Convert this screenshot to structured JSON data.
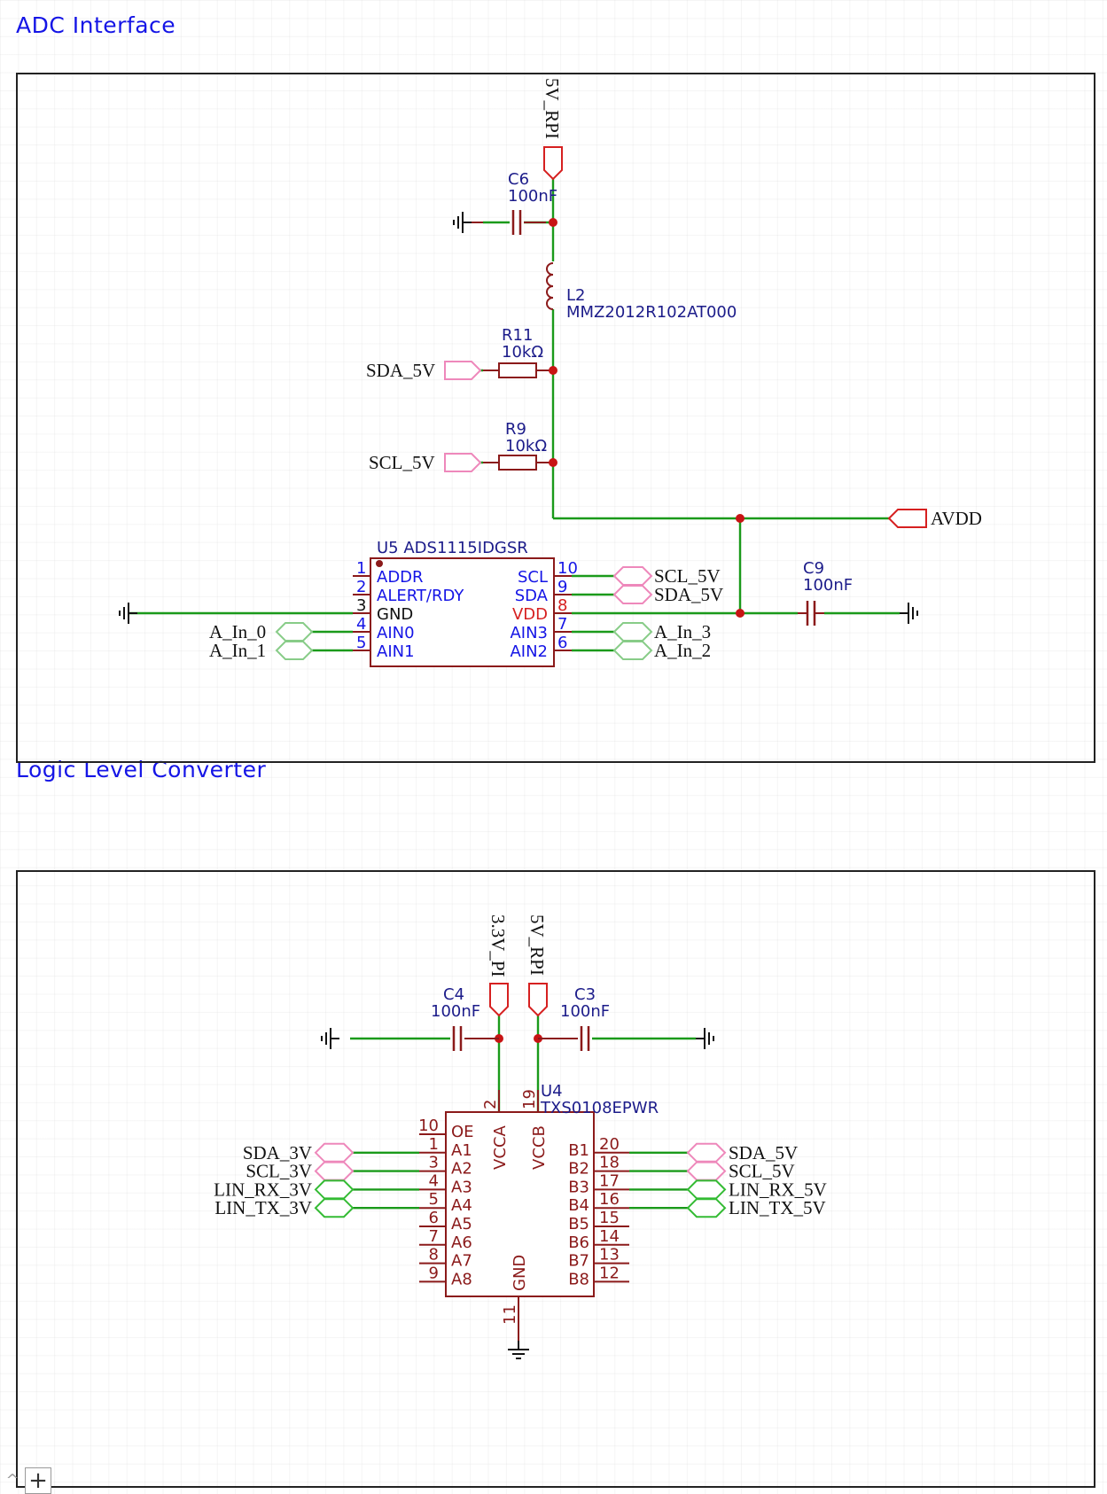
{
  "sections": {
    "adc": {
      "title": "ADC Interface"
    },
    "llc": {
      "title": "Logic Level Converter"
    }
  },
  "adc": {
    "power_rail": "5V_RPI",
    "avdd": "AVDD",
    "c6": {
      "ref": "C6",
      "value": "100nF"
    },
    "l2": {
      "ref": "L2",
      "value": "MMZ2012R102AT000"
    },
    "r11": {
      "ref": "R11",
      "value": "10kΩ"
    },
    "r9": {
      "ref": "R9",
      "value": "10kΩ"
    },
    "c9": {
      "ref": "C9",
      "value": "100nF"
    },
    "sda_in": "SDA_5V",
    "scl_in": "SCL_5V",
    "u5": {
      "ref": "U5",
      "part": "ADS1115IDGSR",
      "left_pins": [
        {
          "num": "1",
          "name": "ADDR"
        },
        {
          "num": "2",
          "name": "ALERT/RDY"
        },
        {
          "num": "3",
          "name": "GND"
        },
        {
          "num": "4",
          "name": "AIN0"
        },
        {
          "num": "5",
          "name": "AIN1"
        }
      ],
      "right_pins": [
        {
          "num": "10",
          "name": "SCL"
        },
        {
          "num": "9",
          "name": "SDA"
        },
        {
          "num": "8",
          "name": "VDD"
        },
        {
          "num": "7",
          "name": "AIN3"
        },
        {
          "num": "6",
          "name": "AIN2"
        }
      ]
    },
    "net_left": [
      "A_In_0",
      "A_In_1"
    ],
    "net_right_top": [
      "SCL_5V",
      "SDA_5V"
    ],
    "net_right_bottom": [
      "A_In_3",
      "A_In_2"
    ]
  },
  "llc": {
    "rail_a": "3.3V_PI",
    "rail_b": "5V_RPI",
    "c4": {
      "ref": "C4",
      "value": "100nF"
    },
    "c3": {
      "ref": "C3",
      "value": "100nF"
    },
    "u4": {
      "ref": "U4",
      "part": "TXS0108EPWR",
      "top_pins": [
        {
          "num": "2",
          "name": "VCCA"
        },
        {
          "num": "19",
          "name": "VCCB"
        }
      ],
      "bottom_pin": {
        "num": "11",
        "name": "GND"
      },
      "left_pins": [
        {
          "num": "10",
          "name": "OE"
        },
        {
          "num": "1",
          "name": "A1"
        },
        {
          "num": "3",
          "name": "A2"
        },
        {
          "num": "4",
          "name": "A3"
        },
        {
          "num": "5",
          "name": "A4"
        },
        {
          "num": "6",
          "name": "A5"
        },
        {
          "num": "7",
          "name": "A6"
        },
        {
          "num": "8",
          "name": "A7"
        },
        {
          "num": "9",
          "name": "A8"
        }
      ],
      "right_pins": [
        {
          "num": "20",
          "name": "B1"
        },
        {
          "num": "18",
          "name": "B2"
        },
        {
          "num": "17",
          "name": "B3"
        },
        {
          "num": "16",
          "name": "B4"
        },
        {
          "num": "15",
          "name": "B5"
        },
        {
          "num": "14",
          "name": "B6"
        },
        {
          "num": "13",
          "name": "B7"
        },
        {
          "num": "12",
          "name": "B8"
        }
      ]
    },
    "nets_left": [
      "SDA_3V",
      "SCL_3V",
      "LIN_RX_3V",
      "LIN_TX_3V"
    ],
    "nets_right": [
      "SDA_5V",
      "SCL_5V",
      "LIN_RX_5V",
      "LIN_TX_5V"
    ]
  },
  "zoom": {
    "up_icon": "^",
    "plus": "+"
  },
  "colors": {
    "wire": "#1a9a1a",
    "body": "#8b1a1a",
    "pin_name": "#1515e6",
    "power": "#d62020",
    "port_pink": "#ee88bb",
    "port_green_light": "#88cc88",
    "port_green": "#33bb33"
  }
}
